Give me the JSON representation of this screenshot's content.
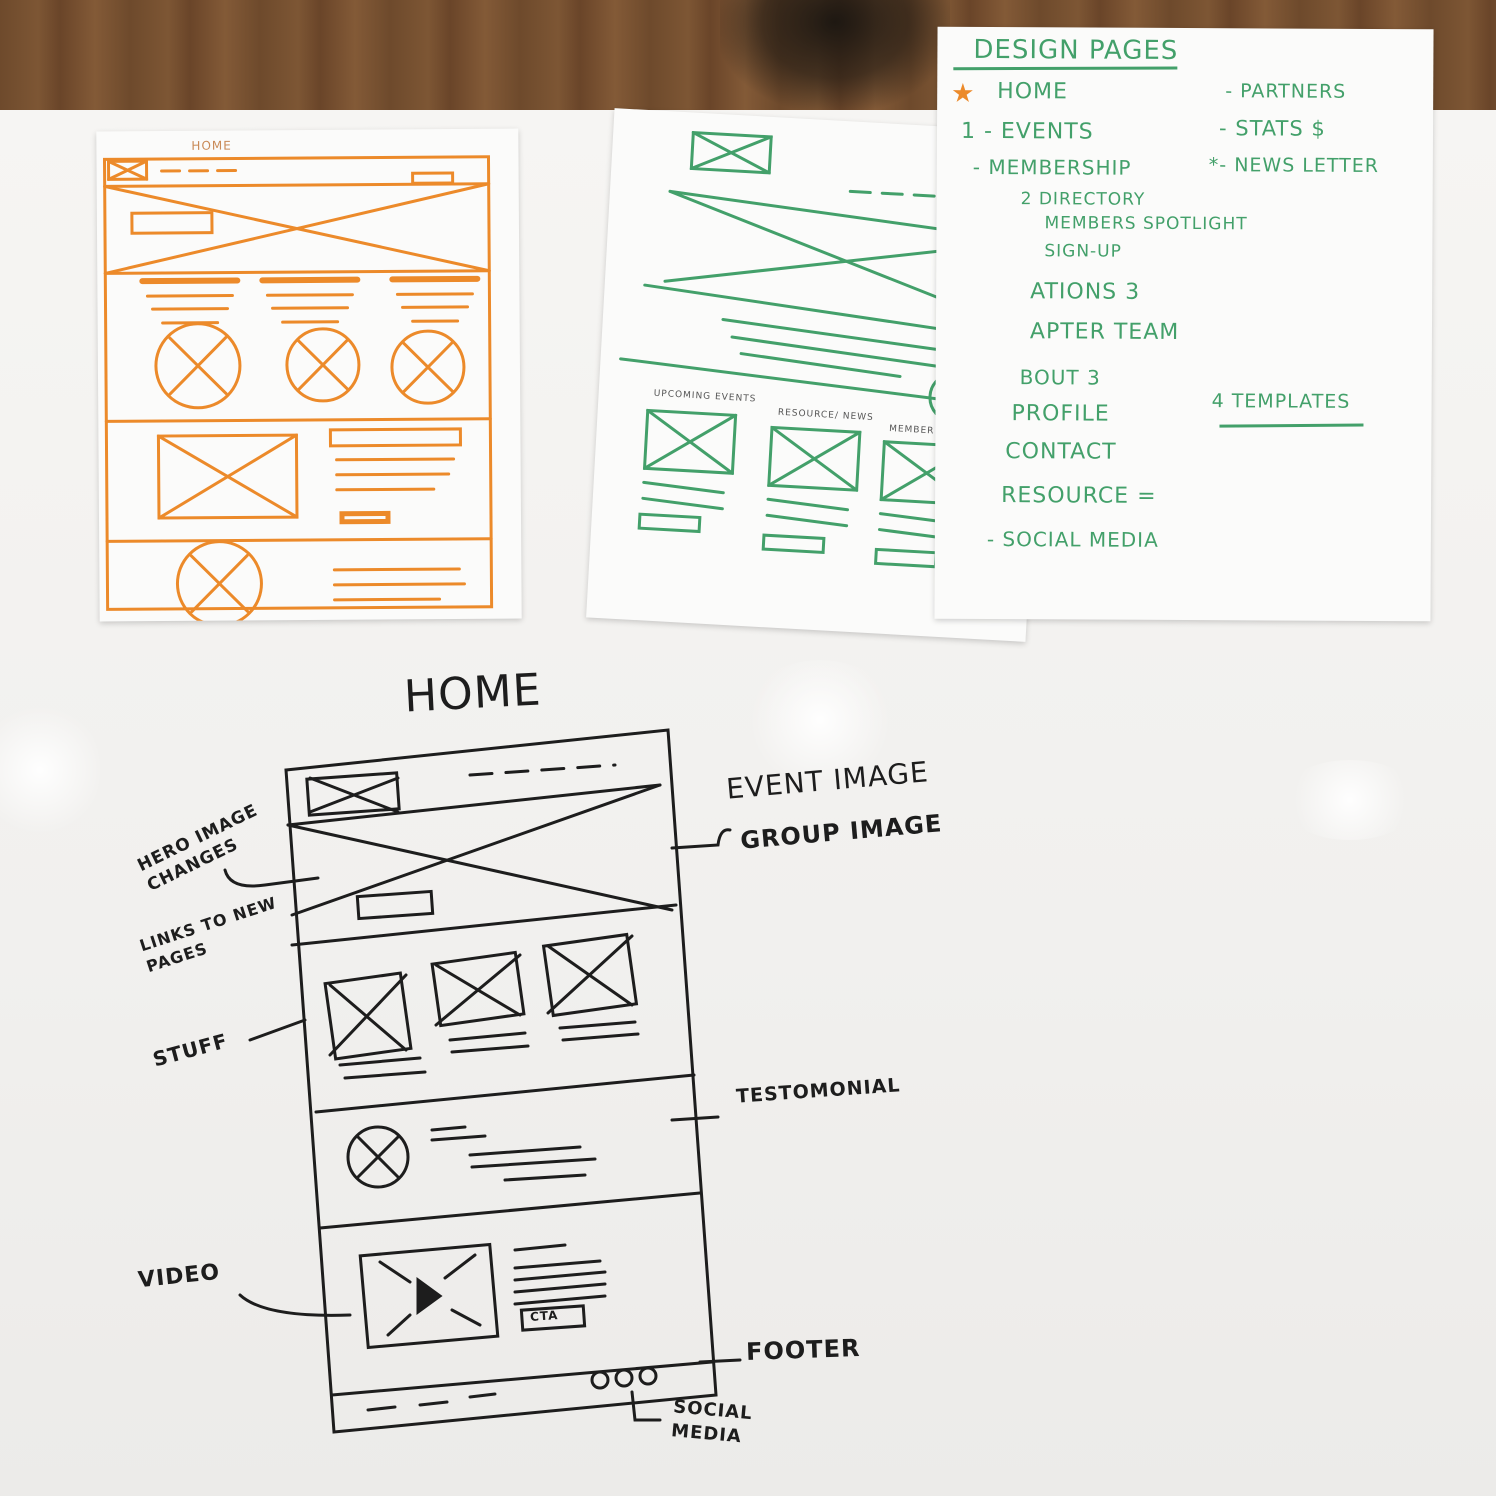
{
  "orange_sheet": {
    "title": "HOME"
  },
  "green_sheet": {
    "labels": [
      "UPCOMING EVENTS",
      "RESOURCE/ NEWS",
      "MEMBER SPOTLIGHT"
    ]
  },
  "design_pages": {
    "title": "DESIGN PAGES",
    "left_items": [
      "HOME",
      "1 - EVENTS",
      "- MEMBERSHIP",
      "2 DIRECTORY",
      "MEMBERS SPOTLIGHT",
      "SIGN-UP",
      "ATIONS 3",
      "APTER TEAM",
      "BOUT 3",
      "PROFILE",
      "CONTACT",
      "RESOURCE =",
      "- SOCIAL MEDIA"
    ],
    "right_items": [
      "- PARTNERS",
      "- STATS $",
      "*- NEWS LETTER"
    ],
    "templates_note": "4 TEMPLATES"
  },
  "main_sketch": {
    "title": "HOME",
    "annotations": {
      "hero": "HERO IMAGE CHANGES",
      "links": "LINKS TO NEW PAGES",
      "stuff": "STUFF",
      "video": "VIDEO",
      "event_image": "EVENT IMAGE",
      "group_image": "GROUP IMAGE",
      "testimonial": "TESTOMONIAL",
      "footer": "FOOTER",
      "social": "SOCIAL MEDIA",
      "cta": "CTA"
    }
  },
  "colors": {
    "orange": "#ec8a2a",
    "green": "#43a06a",
    "ink": "#1d1d1d",
    "board": "#f4f3f1",
    "wood": "#6e4a2c"
  }
}
